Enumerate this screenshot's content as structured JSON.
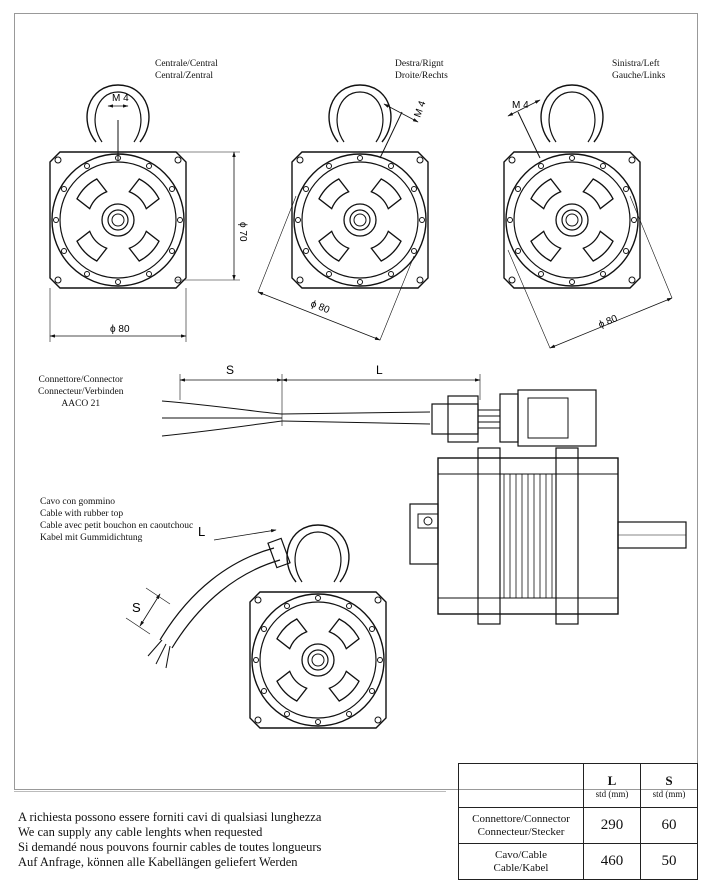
{
  "views": {
    "central": {
      "line1": "Centrale/Central",
      "line2": "Central/Zentral",
      "thread": "M 4",
      "dim_vertical": "ϕ 70",
      "dim_horizontal": "ϕ 80"
    },
    "right": {
      "line1": "Destra/Rignt",
      "line2": "Droite/Rechts",
      "thread": "M 4",
      "dim": "ϕ 80"
    },
    "left": {
      "line1": "Sinistra/Left",
      "line2": "Gauche/Links",
      "thread": "M 4",
      "dim": "ϕ 80"
    }
  },
  "connector": {
    "lines": [
      "Connettore/Connector",
      "Connecteur/Verbinden",
      "AACO 21"
    ],
    "dim_s": "S",
    "dim_l": "L"
  },
  "cable": {
    "lines": [
      "Cavo con gommino",
      "Cable with rubber top",
      "Cable avec petit bouchon en caoutchouc",
      "Kabel mit Gummidichtung"
    ],
    "dim_l": "L",
    "dim_s": "S"
  },
  "notes": [
    "A richiesta possono essere forniti cavi di qualsiasi lunghezza",
    "We can supply any cable lenghts when requested",
    "Si demandé nous pouvons fournir cables de toutes longueurs",
    "Auf Anfrage, können alle Kabellängen geliefert Werden"
  ],
  "table": {
    "headers": [
      {
        "title": "L",
        "unit": "std (mm)"
      },
      {
        "title": "S",
        "unit": "std (mm)"
      }
    ],
    "rows": [
      {
        "label1": "Connettore/Connector",
        "label2": "Connecteur/Stecker",
        "L": "290",
        "S": "60"
      },
      {
        "label1": "Cavo/Cable",
        "label2": "Cable/Kabel",
        "L": "460",
        "S": "50"
      }
    ]
  }
}
